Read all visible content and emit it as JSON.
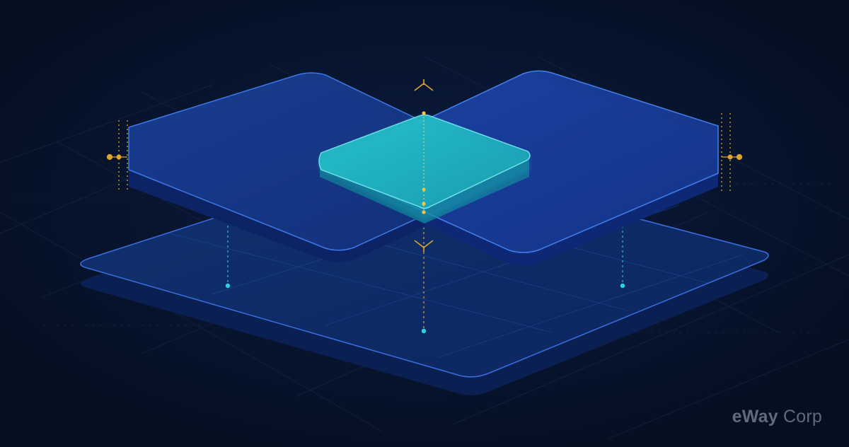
{
  "brand": {
    "name_bold": "eWay",
    "name_light": " Corp"
  },
  "colors": {
    "background": "#050f22",
    "plate_blue": "#1a3f9a",
    "plate_edge": "#3d7cf0",
    "overlap_cyan": "#1fd3d6",
    "marker_amber": "#e0a42a",
    "connector_cyan": "#2ad3e0"
  },
  "icons": {
    "logo": "eway-wordmark"
  }
}
